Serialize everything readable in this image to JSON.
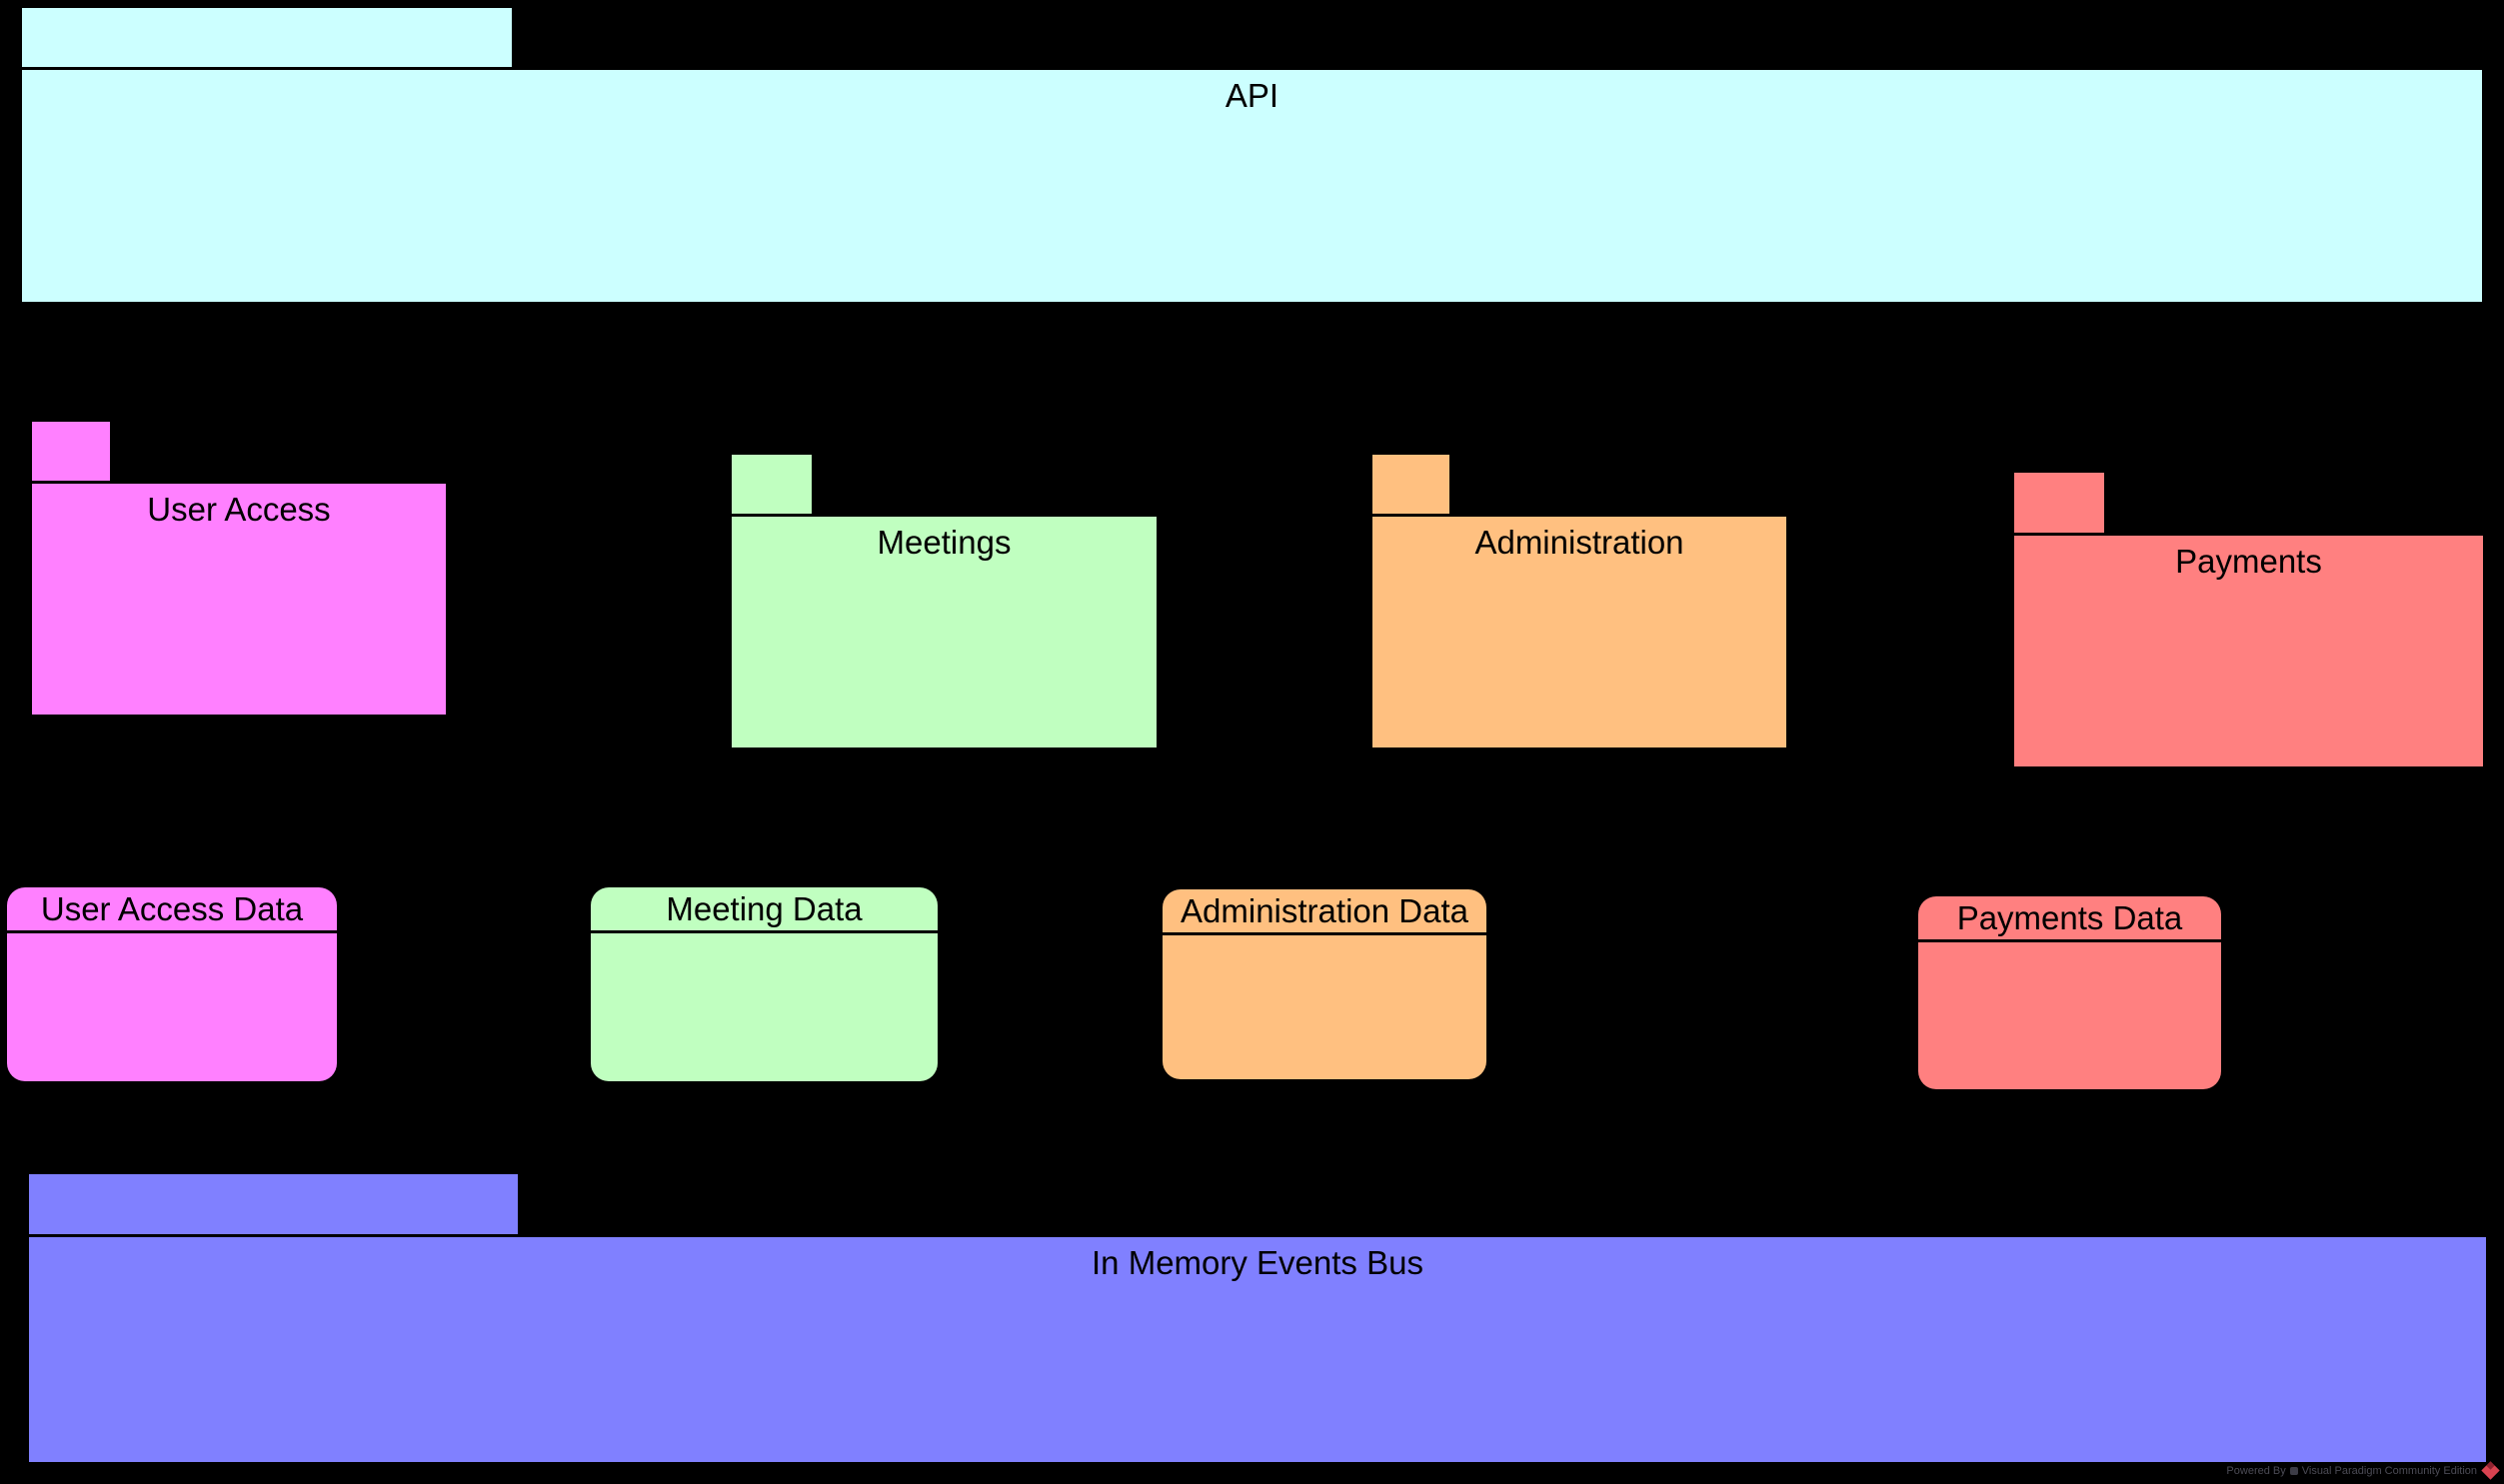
{
  "diagram": {
    "background": "#000000",
    "packages": [
      {
        "id": "api",
        "label": "API",
        "color": "#ccffff"
      },
      {
        "id": "user-access",
        "label": "User Access",
        "color": "#ff80ff"
      },
      {
        "id": "meetings",
        "label": "Meetings",
        "color": "#c0ffc0"
      },
      {
        "id": "administration",
        "label": "Administration",
        "color": "#ffc080"
      },
      {
        "id": "payments",
        "label": "Payments",
        "color": "#ff8080"
      },
      {
        "id": "events-bus",
        "label": "In Memory Events Bus",
        "color": "#8080ff"
      }
    ],
    "data_stores": [
      {
        "id": "user-access-data",
        "label": "User Access Data",
        "color": "#ff80ff"
      },
      {
        "id": "meeting-data",
        "label": "Meeting Data",
        "color": "#c0ffc0"
      },
      {
        "id": "administration-data",
        "label": "Administration Data",
        "color": "#ffc080"
      },
      {
        "id": "payments-data",
        "label": "Payments Data",
        "color": "#ff8080"
      }
    ],
    "watermark": {
      "prefix": "Powered By",
      "suffix": "Visual Paradigm Community Edition",
      "text_color": "#4b4b55",
      "logo_color": "#d94350"
    }
  }
}
